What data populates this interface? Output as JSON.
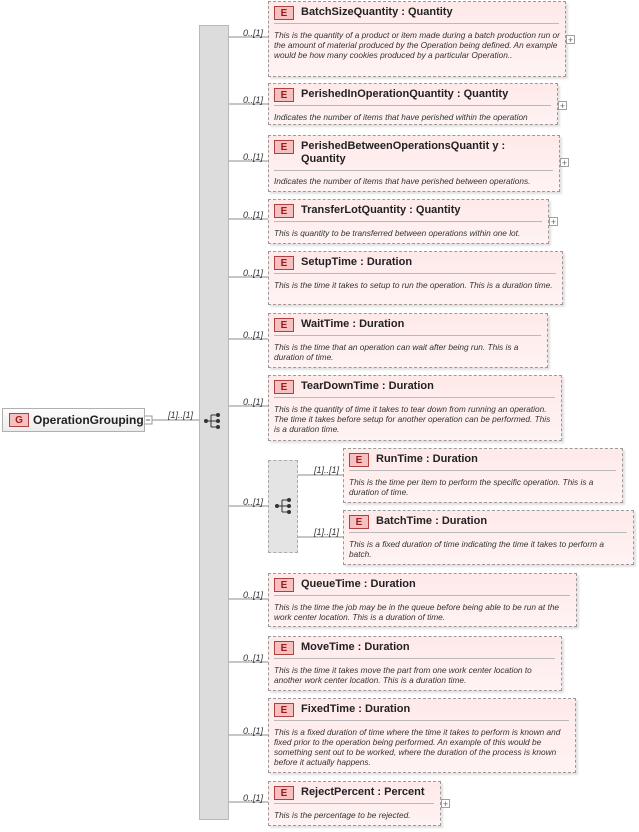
{
  "group": {
    "label": "OperationGrouping",
    "badge": "G",
    "multiplicity": "[1]..[1]"
  },
  "sequence": {
    "icon": "sequence-icon"
  },
  "elements": [
    {
      "name": "BatchSizeQuantity",
      "type": "Quantity",
      "badge": "E",
      "multiplicity": "0..[1]",
      "expandable": true,
      "description": "This is the quantity of a product or item made during a batch production run or the amount of material produced by the Operation being defined. An example would be how many cookies produced by a particular Operation.."
    },
    {
      "name": "PerishedInOperationQuantity",
      "type": "Quantity",
      "badge": "E",
      "multiplicity": "0..[1]",
      "expandable": true,
      "description": "Indicates the number of items that have perished within the operation"
    },
    {
      "name": "PerishedBetweenOperationsQuantit y",
      "type": "Quantity",
      "badge": "E",
      "multiplicity": "0..[1]",
      "expandable": true,
      "description": "Indicates the number of items that have perished between operations."
    },
    {
      "name": "TransferLotQuantity",
      "type": "Quantity",
      "badge": "E",
      "multiplicity": "0..[1]",
      "expandable": true,
      "description": "This is quantity to be transferred between operations within one lot."
    },
    {
      "name": "SetupTime",
      "type": "Duration",
      "badge": "E",
      "multiplicity": "0..[1]",
      "expandable": false,
      "description": "This is the time it takes to setup to run the operation. This is a duration time."
    },
    {
      "name": "WaitTime",
      "type": "Duration",
      "badge": "E",
      "multiplicity": "0..[1]",
      "expandable": false,
      "description": "This is the time that an operation can wait after being run. This is a duration of time."
    },
    {
      "name": "TearDownTime",
      "type": "Duration",
      "badge": "E",
      "multiplicity": "0..[1]",
      "expandable": false,
      "description": "This is the quantity of time it takes to tear down from running an operation.  The time it takes before setup for another operation can be performed. This is a duration time."
    },
    {
      "name": "QueueTime",
      "type": "Duration",
      "badge": "E",
      "multiplicity": "0..[1]",
      "expandable": false,
      "description": "This is the time the job may be in the queue before being able to be run at the work center location. This is a duration of time."
    },
    {
      "name": "MoveTime",
      "type": "Duration",
      "badge": "E",
      "multiplicity": "0..[1]",
      "expandable": false,
      "description": "This is the time it takes move the part from one work center location to another work center location. This is a duration time."
    },
    {
      "name": "FixedTime",
      "type": "Duration",
      "badge": "E",
      "multiplicity": "0..[1]",
      "expandable": false,
      "description": "This is a fixed duration of time where the time it takes to perform is known and fixed prior to the operation being performed.  An example of this would be something sent out to be worked, where the duration of the process is known before it actually happens."
    },
    {
      "name": "RejectPercent",
      "type": "Percent",
      "badge": "E",
      "multiplicity": "0..[1]",
      "expandable": true,
      "description": "This is the percentage to be rejected."
    }
  ],
  "choice": {
    "multiplicity": "0..[1]",
    "icon": "choice-icon",
    "elements": [
      {
        "name": "RunTime",
        "type": "Duration",
        "badge": "E",
        "multiplicity": "[1]..[1]",
        "description": "This is the time per item to perform the specific operation.  This is a duration of time."
      },
      {
        "name": "BatchTime",
        "type": "Duration",
        "badge": "E",
        "multiplicity": "[1]..[1]",
        "description": "This is a fixed duration of time indicating the time it takes to perform a batch."
      }
    ]
  }
}
